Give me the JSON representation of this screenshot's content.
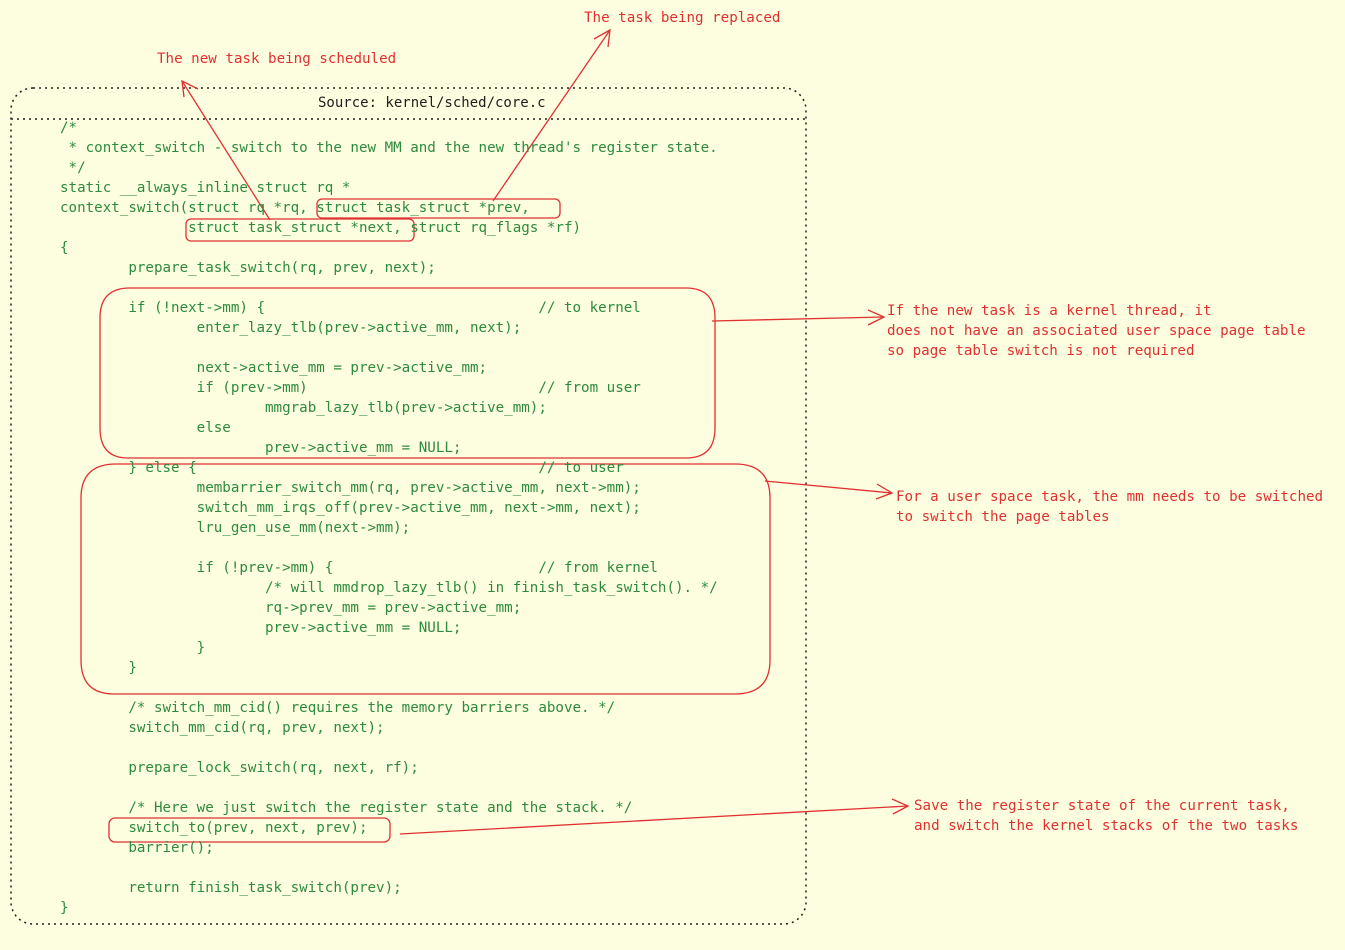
{
  "source_title": "Source: kernel/sched/core.c",
  "code_lines": [
    "/*",
    " * context_switch - switch to the new MM and the new thread's register state.",
    " */",
    "static __always_inline struct rq *",
    "context_switch(struct rq *rq, struct task_struct *prev,",
    "               struct task_struct *next, struct rq_flags *rf)",
    "{",
    "        prepare_task_switch(rq, prev, next);",
    "",
    "        if (!next->mm) {                                // to kernel",
    "                enter_lazy_tlb(prev->active_mm, next);",
    "",
    "                next->active_mm = prev->active_mm;",
    "                if (prev->mm)                           // from user",
    "                        mmgrab_lazy_tlb(prev->active_mm);",
    "                else",
    "                        prev->active_mm = NULL;",
    "        } else {                                        // to user",
    "                membarrier_switch_mm(rq, prev->active_mm, next->mm);",
    "                switch_mm_irqs_off(prev->active_mm, next->mm, next);",
    "                lru_gen_use_mm(next->mm);",
    "",
    "                if (!prev->mm) {                        // from kernel",
    "                        /* will mmdrop_lazy_tlb() in finish_task_switch(). */",
    "                        rq->prev_mm = prev->active_mm;",
    "                        prev->active_mm = NULL;",
    "                }",
    "        }",
    "",
    "        /* switch_mm_cid() requires the memory barriers above. */",
    "        switch_mm_cid(rq, prev, next);",
    "",
    "        prepare_lock_switch(rq, next, rf);",
    "",
    "        /* Here we just switch the register state and the stack. */",
    "        switch_to(prev, next, prev);",
    "        barrier();",
    "",
    "        return finish_task_switch(prev);",
    "}"
  ],
  "annotations": {
    "new_task": "The new task being scheduled",
    "replaced_task": "The task being replaced",
    "kernel_thread_note": [
      "If the new task is a kernel thread, it",
      "does not have an associated user space page table",
      "so page table switch is not required"
    ],
    "user_task_note": [
      "For a user space task, the mm needs to be switched",
      "to switch the page tables"
    ],
    "switch_to_note": [
      "Save the register state of the current task,",
      "and switch the kernel stacks of the two tasks"
    ]
  },
  "colors": {
    "background": "#fdfde0",
    "code": "#2e8b3d",
    "annotation": "#e03131",
    "frame": "#1e1e1e"
  }
}
